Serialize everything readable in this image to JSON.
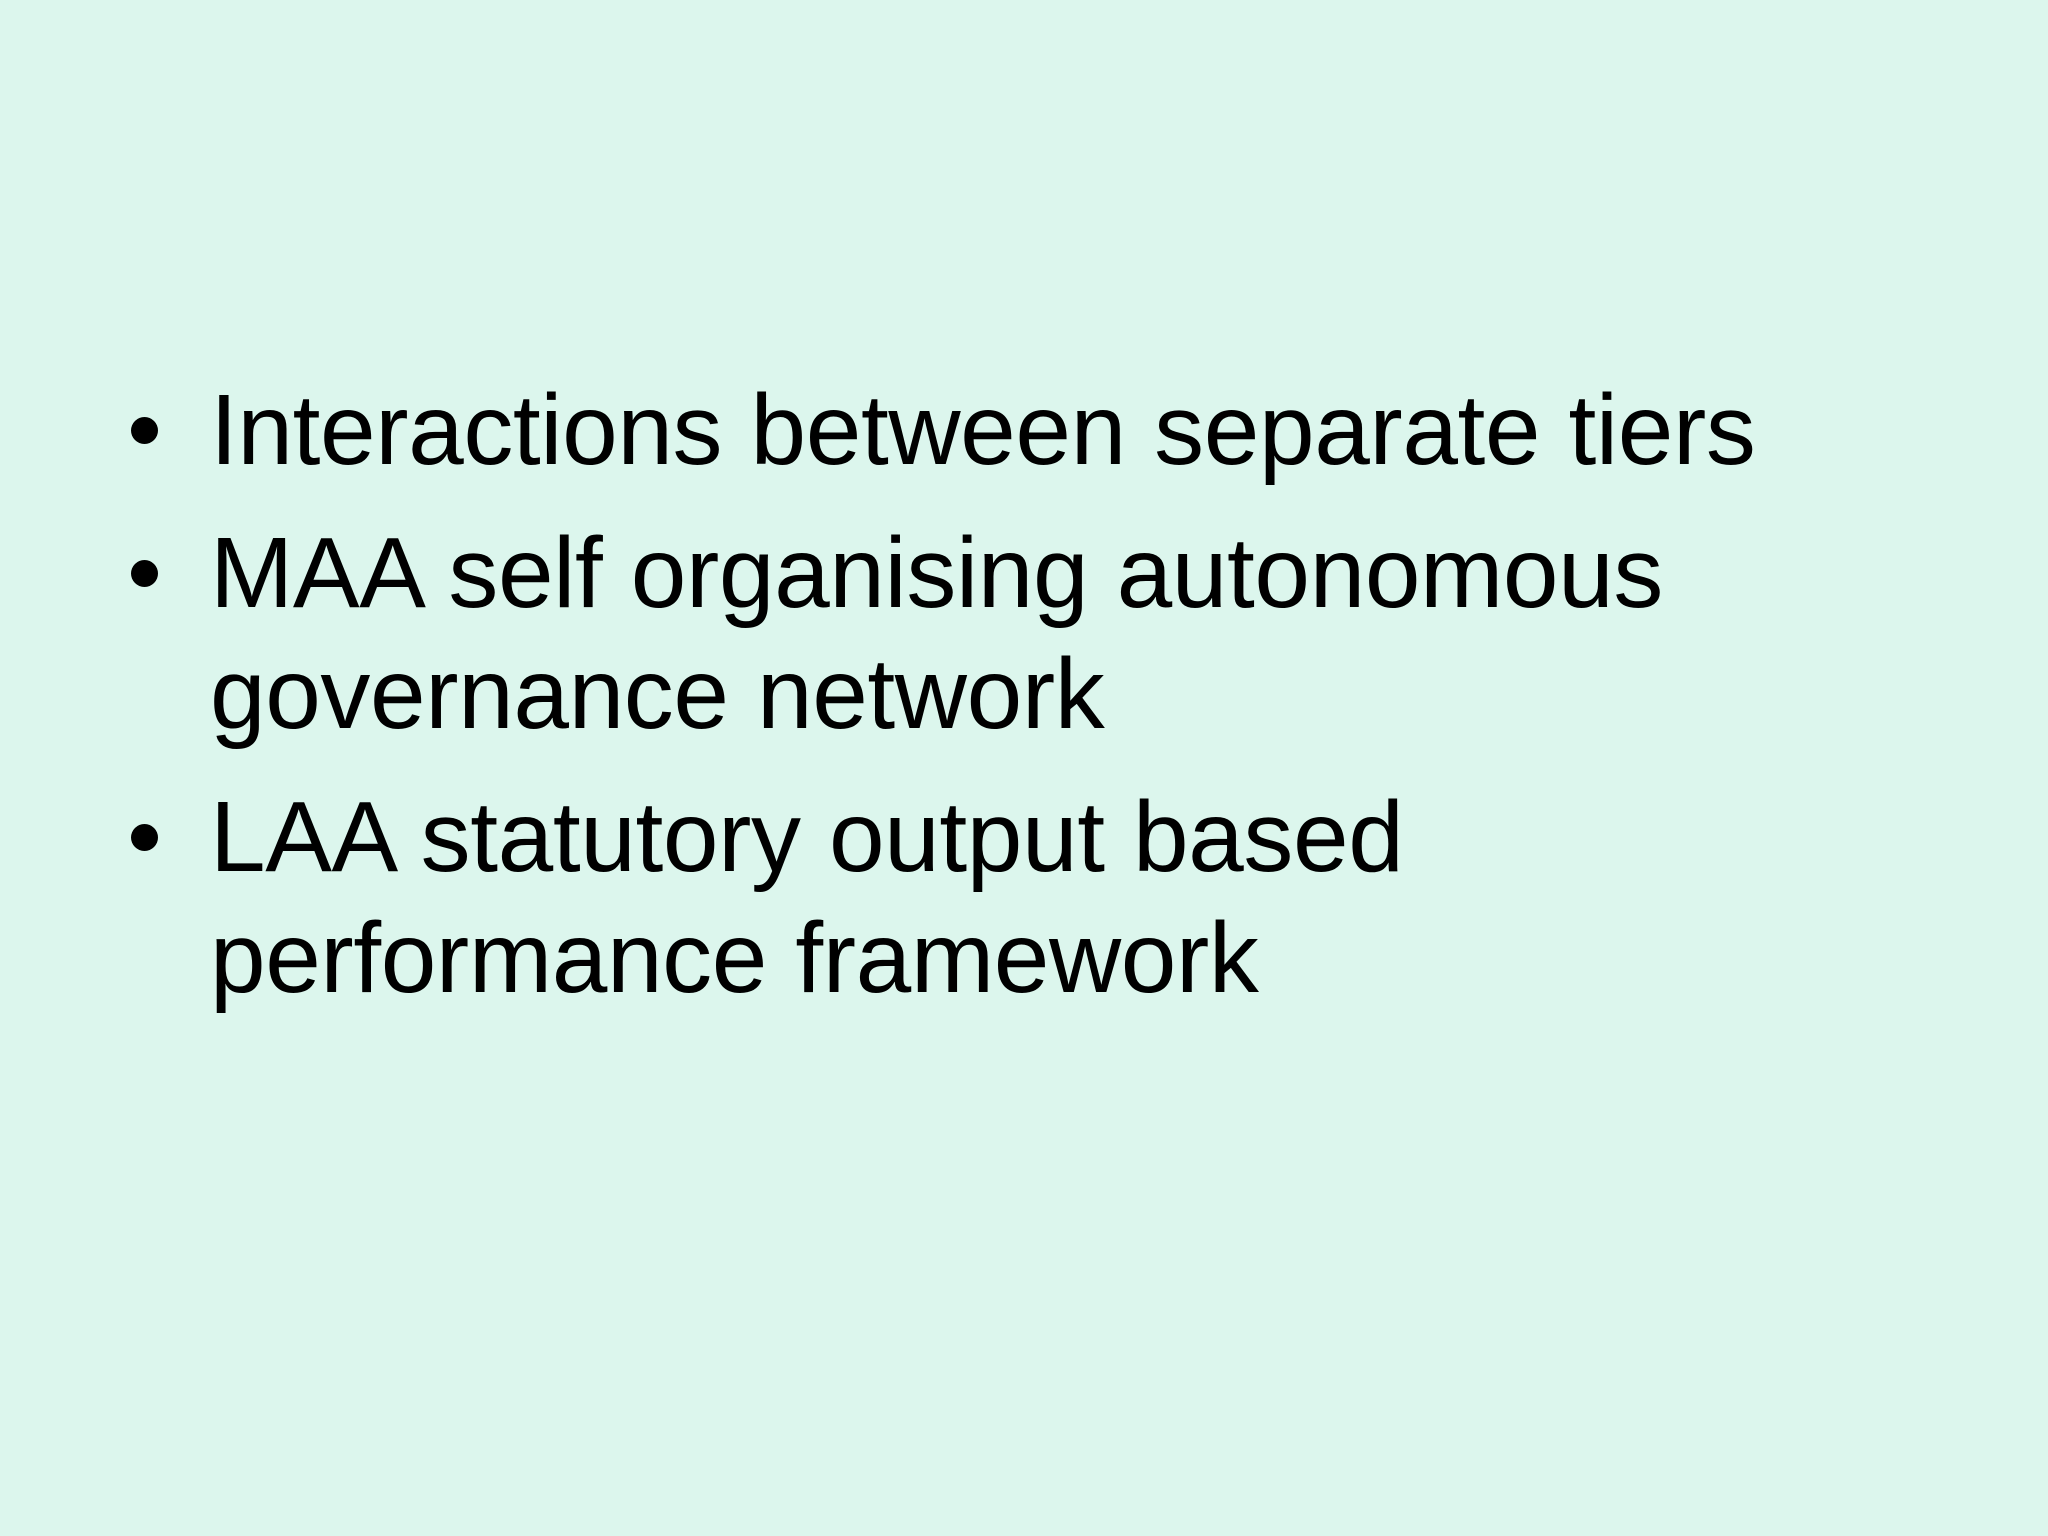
{
  "slide": {
    "background_color": "#dcf6ed",
    "text_color": "#000000",
    "bullet_glyph": "•",
    "bullets": [
      {
        "text": "Interactions between separate tiers"
      },
      {
        "text": "MAA self organising autonomous governance network"
      },
      {
        "text": "LAA statutory output based performance framework"
      }
    ]
  }
}
